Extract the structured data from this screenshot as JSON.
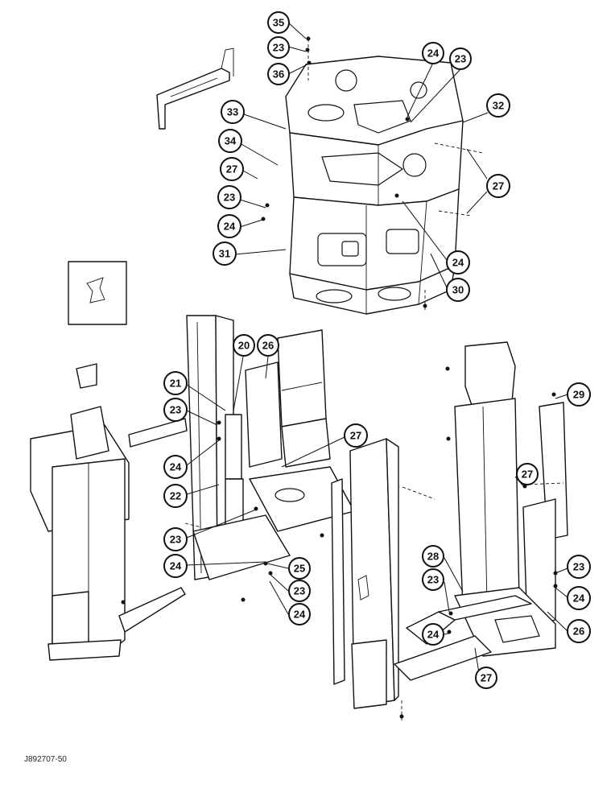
{
  "drawing_ref": "J892707-50",
  "callouts": {
    "c35": "35",
    "c23a": "23",
    "c36": "36",
    "c24a": "24",
    "c23b": "23",
    "c33": "33",
    "c32": "32",
    "c34": "34",
    "c27a": "27",
    "c23c": "23",
    "c24b": "24",
    "c27b": "27",
    "c31": "31",
    "c24c": "24",
    "c30": "30",
    "c20": "20",
    "c26a": "26",
    "c21": "21",
    "c23d": "23",
    "c24d": "24",
    "c22": "22",
    "c27c": "27",
    "c23e": "23",
    "c24e": "24",
    "c25": "25",
    "c23f": "23",
    "c24f": "24",
    "c29": "29",
    "c27d": "27",
    "c28": "28",
    "c23g": "23",
    "c23h": "23",
    "c24g": "24",
    "c24h": "24",
    "c26b": "26",
    "c27e": "27"
  }
}
